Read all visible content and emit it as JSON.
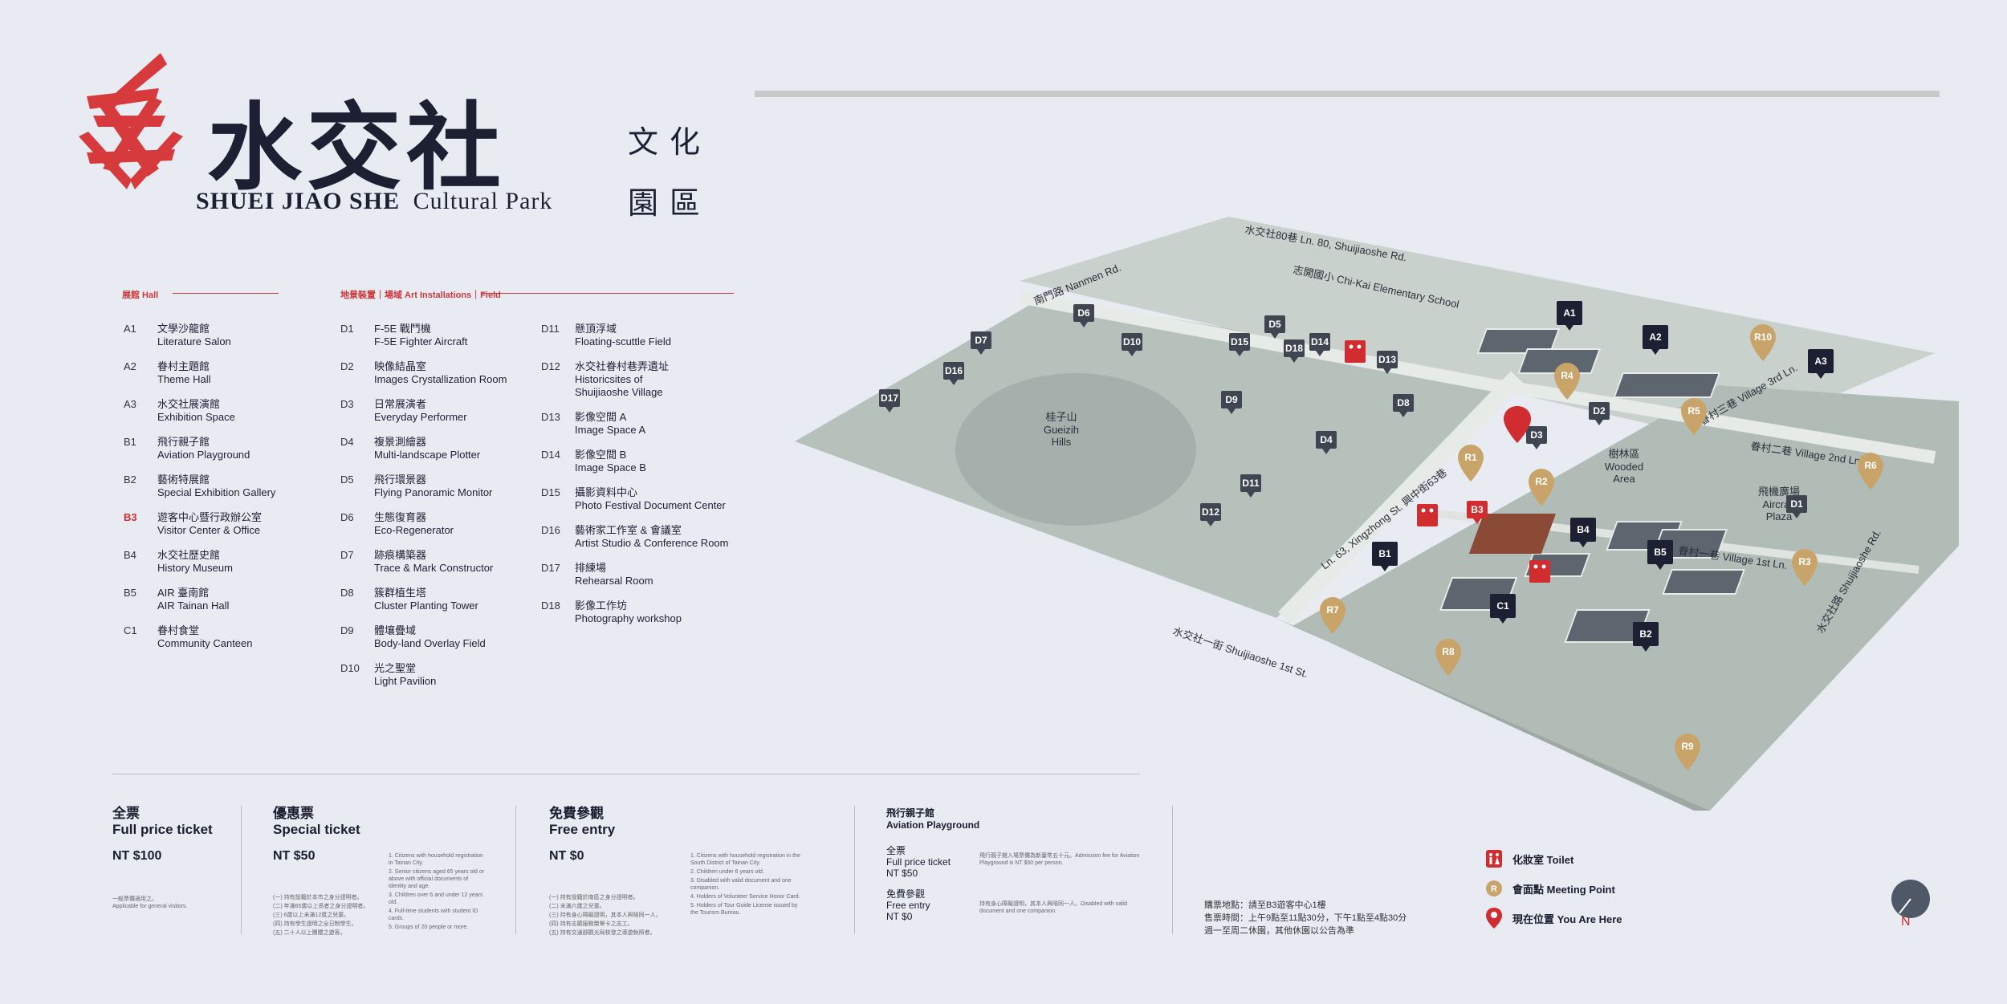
{
  "logo": {
    "zh": "水交社",
    "en_bold": "SHUEI JIAO SHE",
    "en_light": "Cultural Park",
    "side1": "文化",
    "side2": "園區"
  },
  "legend": {
    "hall_head": "展館 Hall",
    "art_head": "地景裝置｜場域   Art Installations｜Field",
    "hall": [
      {
        "code": "A1",
        "zh": "文學沙龍館",
        "en": "Literature Salon"
      },
      {
        "code": "A2",
        "zh": "眷村主題館",
        "en": "Theme Hall"
      },
      {
        "code": "A3",
        "zh": "水交社展演館",
        "en": "Exhibition Space"
      },
      {
        "code": "B1",
        "zh": "飛行親子館",
        "en": "Aviation Playground"
      },
      {
        "code": "B2",
        "zh": "藝術特展館",
        "en": "Special Exhibition Gallery"
      },
      {
        "code": "B3",
        "zh": "遊客中心暨行政辦公室",
        "en": "Visitor Center & Office"
      },
      {
        "code": "B4",
        "zh": "水交社歷史館",
        "en": "History Museum"
      },
      {
        "code": "B5",
        "zh": "AIR 臺南館",
        "en": "AIR Tainan Hall"
      },
      {
        "code": "C1",
        "zh": "眷村食堂",
        "en": "Community Canteen"
      }
    ],
    "art1": [
      {
        "code": "D1",
        "zh": "F-5E 戰鬥機",
        "en": "F-5E Fighter Aircraft"
      },
      {
        "code": "D2",
        "zh": "映像結晶室",
        "en": "Images Crystallization Room"
      },
      {
        "code": "D3",
        "zh": "日常展演者",
        "en": "Everyday Performer"
      },
      {
        "code": "D4",
        "zh": "複景測繪器",
        "en": "Multi-landscape Plotter"
      },
      {
        "code": "D5",
        "zh": "飛行環景器",
        "en": "Flying Panoramic Monitor"
      },
      {
        "code": "D6",
        "zh": "生態復育器",
        "en": "Eco-Regenerator"
      },
      {
        "code": "D7",
        "zh": "跡痕構築器",
        "en": "Trace & Mark Constructor"
      },
      {
        "code": "D8",
        "zh": "簇群植生塔",
        "en": "Cluster Planting Tower"
      },
      {
        "code": "D9",
        "zh": "體壤疊域",
        "en": "Body-land Overlay Field"
      },
      {
        "code": "D10",
        "zh": "光之聖堂",
        "en": "Light Pavilion"
      }
    ],
    "art2": [
      {
        "code": "D11",
        "zh": "懸頂浮域",
        "en": "Floating-scuttle Field"
      },
      {
        "code": "D12",
        "zh": "水交社眷村巷弄遺址",
        "en": "Historicsites of",
        "en2": "Shuijiaoshe Village"
      },
      {
        "code": "D13",
        "zh": "影像空間 A",
        "en": "Image Space A"
      },
      {
        "code": "D14",
        "zh": "影像空間 B",
        "en": "Image Space B"
      },
      {
        "code": "D15",
        "zh": "攝影資料中心",
        "en": "Photo Festival Document Center"
      },
      {
        "code": "D16",
        "zh": "藝術家工作室 & 會議室",
        "en": "Artist Studio & Conference Room"
      },
      {
        "code": "D17",
        "zh": "排練場",
        "en": "Rehearsal Room"
      },
      {
        "code": "D18",
        "zh": "影像工作坊",
        "en": "Photography workshop"
      }
    ]
  },
  "tickets": {
    "full": {
      "zh": "全票",
      "en": "Full price ticket",
      "price": "NT $100",
      "note1": "一般票價適用之。",
      "note2": "Applicable for general visitors."
    },
    "special": {
      "zh": "優惠票",
      "en": "Special ticket",
      "price": "NT $50",
      "notes_en": [
        "1. Citizens with household registration in Tainan City.",
        "2. Senior citizens aged 65 years old or above with official documents of identity and age.",
        "3. Children over 6 and under 12 years old.",
        "4. Full-time students with student ID cards.",
        "5. Groups of 20 people or more."
      ],
      "notes_zh": [
        "(一) 持有設籍於本市之身分證明者。",
        "(二) 年滿65歲以上長者之身分證明者。",
        "(三) 6歲以上未滿12歲之兒童。",
        "(四) 持有學生證明之全日制學生。",
        "(五) 二十人以上團體之遊客。"
      ]
    },
    "free": {
      "zh": "免費參觀",
      "en": "Free entry",
      "price": "NT $0",
      "notes_en": [
        "1. Citizens with household registration in the South District of Tainan City.",
        "2. Children under 6 years old.",
        "3. Disabled with valid document and one companion.",
        "4. Holders of Volunteer Service Honor Card.",
        "5. Holders of Tour Guide License issued by the Tourism Bureau."
      ],
      "notes_zh": [
        "(一) 持有設籍於南區之身分證明者。",
        "(二) 未滿六歲之兒童。",
        "(三) 持有身心障礙證明，其本人與陪同一人。",
        "(四) 持有志願服務榮譽卡之志工。",
        "(五) 持有交通部觀光局核發之導遊執照者。"
      ]
    },
    "aviation": {
      "zh": "飛行親子館",
      "en": "Aviation Playground",
      "full_zh": "全票",
      "full_en": "Full price ticket",
      "full_price": "NT $50",
      "free_zh": "免費參觀",
      "free_en": "Free entry",
      "free_price": "NT $0",
      "note1": "飛行親子館入場票價為新臺幣五十元。Admission fee for Aviation Playground is NT $50 per person.",
      "note2": "持有身心障礙證明，其本人與陪同一人。Disabled with valid document and one companion."
    }
  },
  "info": {
    "line1": "購票地點：請至B3遊客中心1樓",
    "line2": "售票時間：上午9點至11點30分，下午1點至4點30分",
    "line3": "週一至周二休園，其他休園以公告為準"
  },
  "key": {
    "toilet": "化妝室 Toilet",
    "meeting": "會面點 Meeting Point",
    "here": "現在位置 You Are Here",
    "north": "N"
  },
  "map": {
    "roads": {
      "lane80": "水交社80巷  Ln. 80, Shuijiaoshe Rd.",
      "nanmen": "南門路  Nanmen Rd.",
      "school": "志開國小  Chi-Kai Elementary School",
      "xingzhong": "Ln. 63, Xingzhong St.  興中街63巷",
      "first": "水交社一街  Shuijiaoshe 1st St.",
      "shuijiaoshe": "水交社路  Shuijiaoshe Rd.",
      "hill_zh": "桂子山",
      "hill_en1": "Gueizih",
      "hill_en2": "Hills",
      "wood_zh": "樹林區",
      "wood_en1": "Wooded",
      "wood_en2": "Area",
      "plaza_zh": "飛機廣場",
      "plaza_en1": "Aircraft",
      "plaza_en2": "Plaza",
      "village1": "眷村一巷  Village 1st Ln.",
      "village2": "眷村二巷  Village 2nd Ln.",
      "village3": "眷村三巷  Village 3rd Ln."
    },
    "pins": {
      "A1": "A1",
      "A2": "A2",
      "A3": "A3",
      "B1": "B1",
      "B2": "B2",
      "B3": "B3",
      "B4": "B4",
      "B5": "B5",
      "C1": "C1",
      "D1": "D1",
      "D2": "D2",
      "D3": "D3",
      "D4": "D4",
      "D5": "D5",
      "D6": "D6",
      "D7": "D7",
      "D8": "D8",
      "D9": "D9",
      "D10": "D10",
      "D11": "D11",
      "D12": "D12",
      "D13": "D13",
      "D14": "D14",
      "D15": "D15",
      "D16": "D16",
      "D17": "D17",
      "D18": "D18",
      "R1": "R1",
      "R2": "R2",
      "R3": "R3",
      "R4": "R4",
      "R5": "R5",
      "R6": "R6",
      "R7": "R7",
      "R8": "R8",
      "R9": "R9",
      "R10": "R10"
    }
  },
  "colors": {
    "red": "#d12c2f",
    "gold": "#c8a46a",
    "navy": "#1d1f33",
    "map": "#b9c4bd"
  }
}
